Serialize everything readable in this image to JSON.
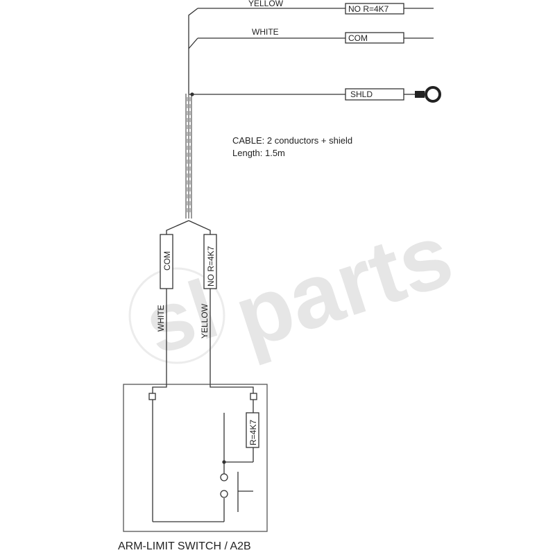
{
  "watermark": {
    "prefix": "sl",
    "word": "parts",
    "color": "#e6e6e6"
  },
  "top_wires": [
    {
      "color_label": "YELLOW",
      "terminal_label": "NO R=4K7"
    },
    {
      "color_label": "WHITE",
      "terminal_label": "COM"
    },
    {
      "color_label": "",
      "terminal_label": "SHLD"
    }
  ],
  "cable_note": {
    "line1": "CABLE: 2 conductors + shield",
    "line2": "Length: 1.5m"
  },
  "bottom_wires": [
    {
      "color_label": "WHITE",
      "terminal_label": "COM"
    },
    {
      "color_label": "YELLOW",
      "terminal_label": "NO R=4K7"
    }
  ],
  "switch_box": {
    "resistor_label": "R=4K7",
    "title": "ARM-LIMIT SWITCH / A2B"
  },
  "colors": {
    "line": "#333333",
    "text": "#222222",
    "background": "#ffffff"
  }
}
